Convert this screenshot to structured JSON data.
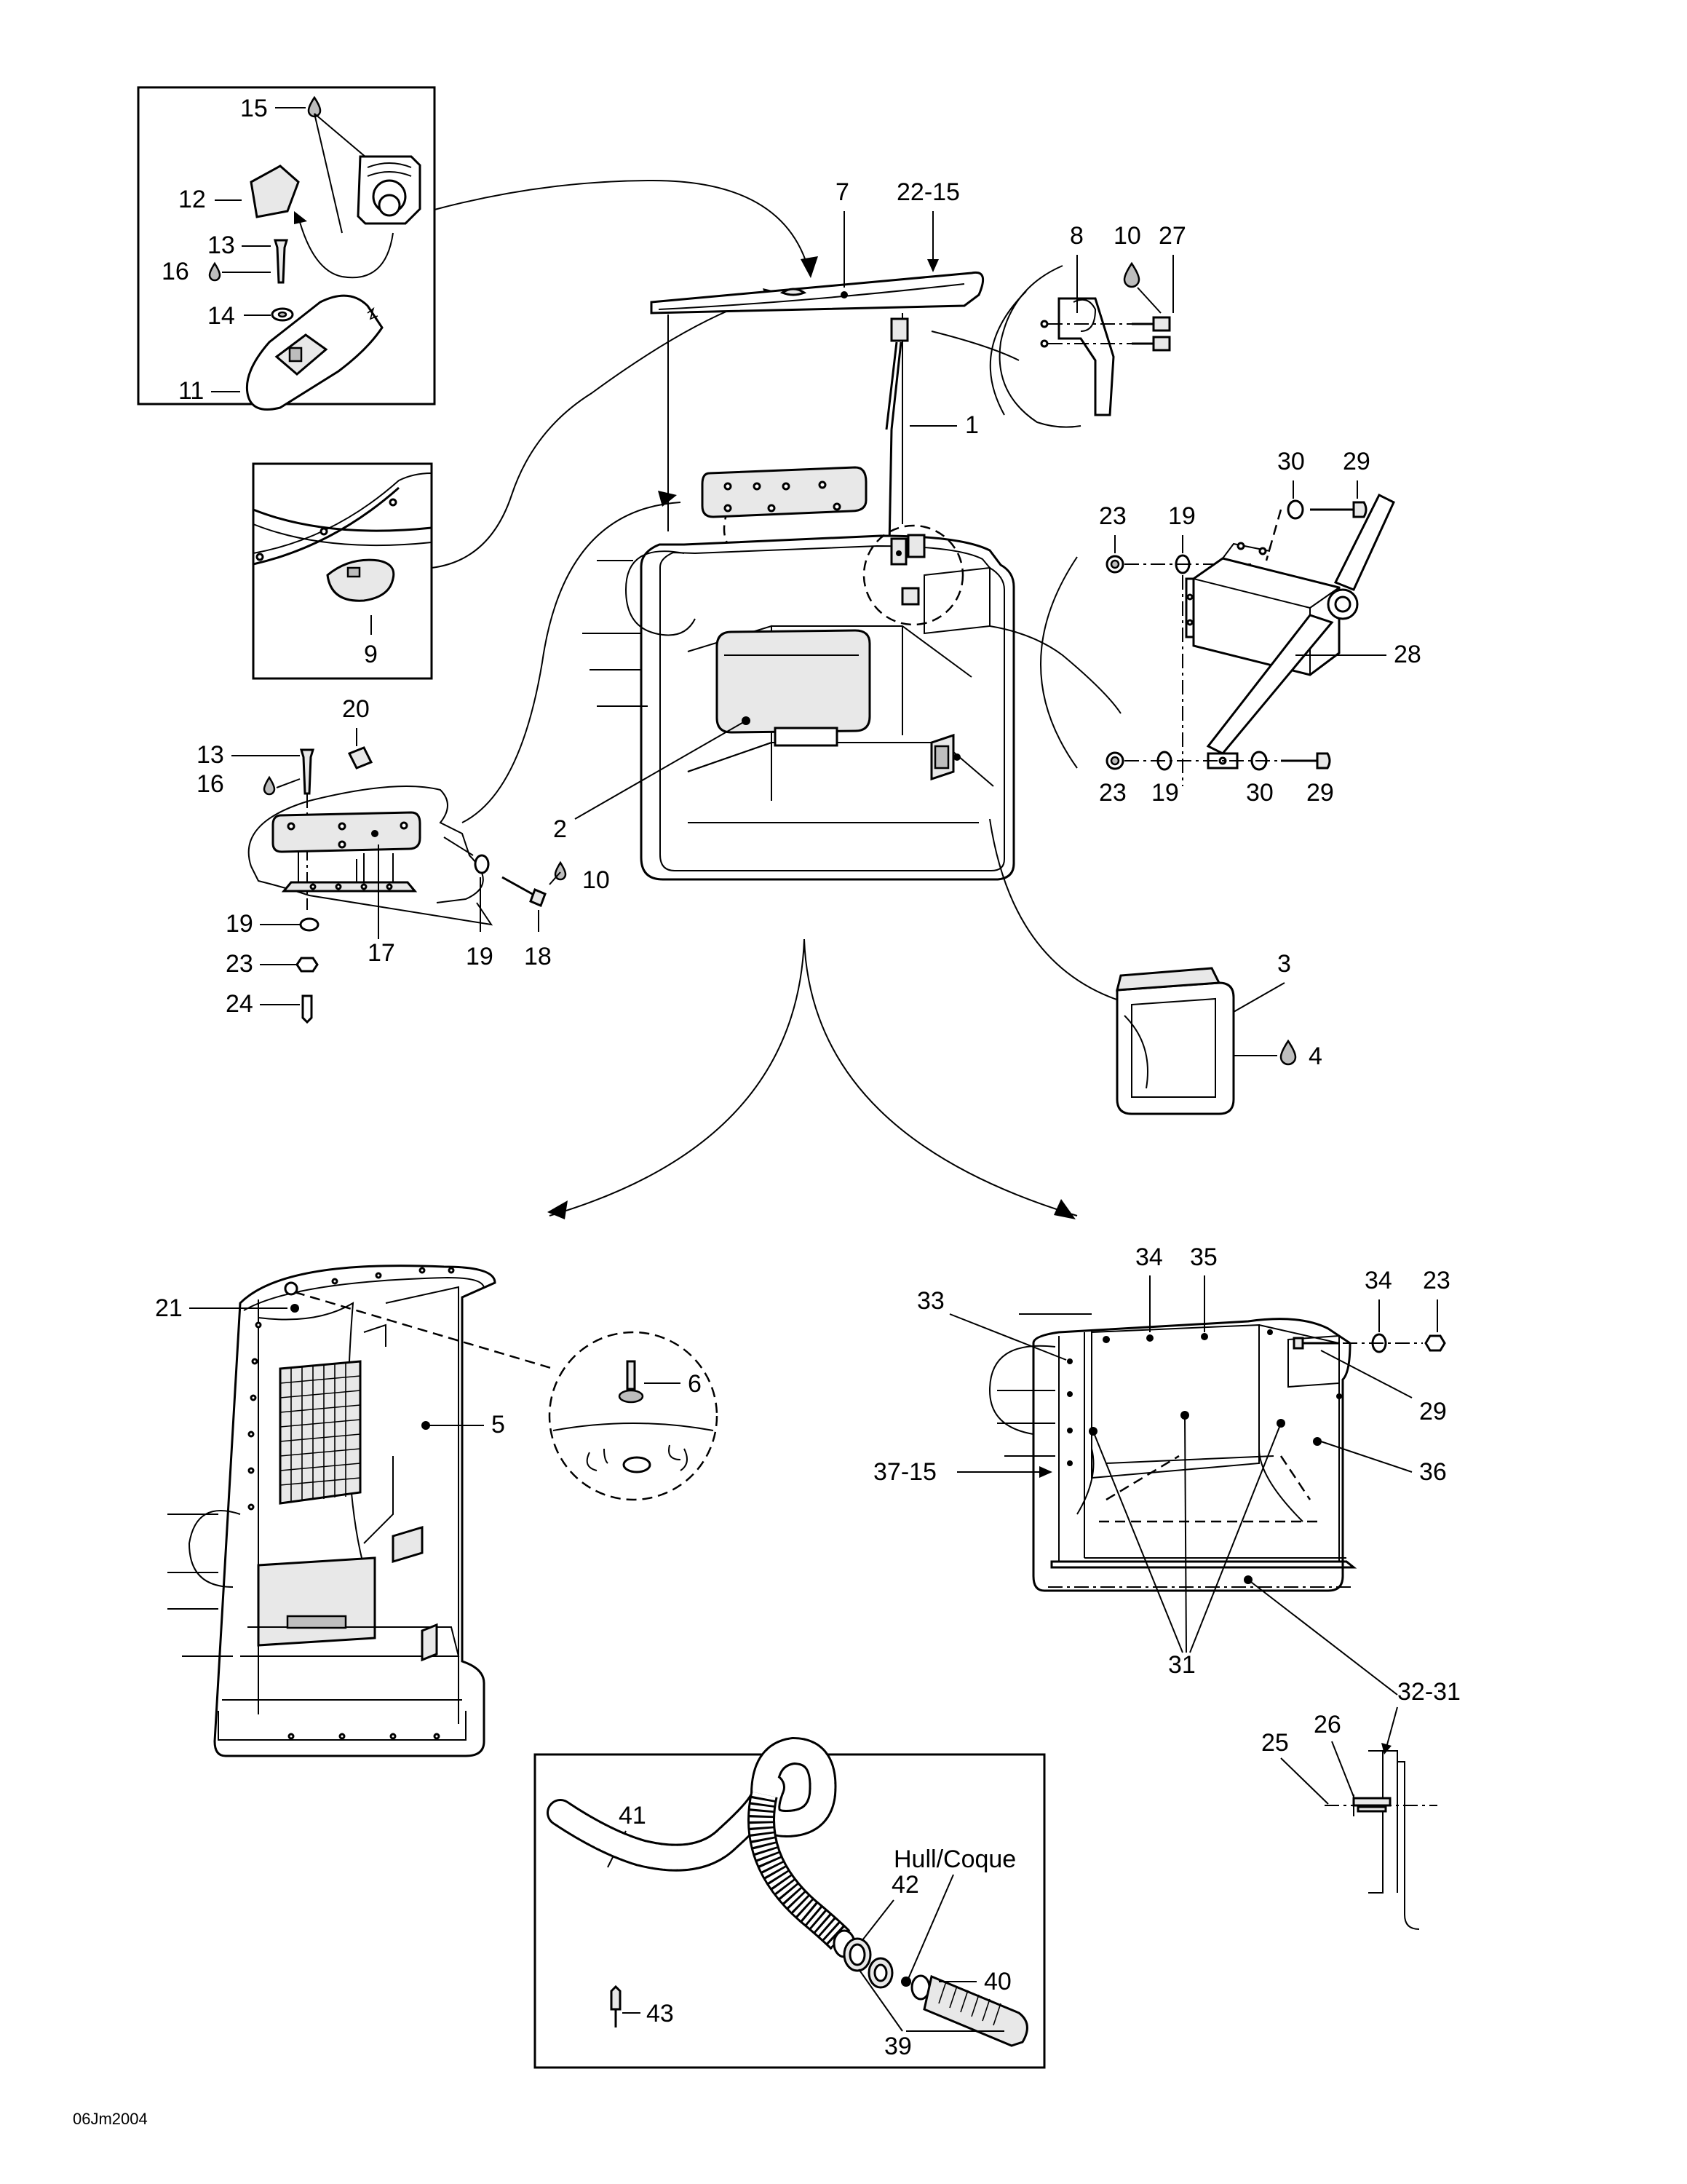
{
  "diagram": {
    "labels": {
      "l15": "15",
      "l12": "12",
      "l13": "13",
      "l16": "16",
      "l14": "14",
      "l11": "11",
      "l7": "7",
      "l22_15": "22-15",
      "l8": "8",
      "l10": "10",
      "l27": "27",
      "l1": "1",
      "l9": "9",
      "l30": "30",
      "l29": "29",
      "l23": "23",
      "l19": "19",
      "l28": "28",
      "l20": "20",
      "l2": "2",
      "l17": "17",
      "l18": "18",
      "l24": "24",
      "l3": "3",
      "l4": "4",
      "l21": "21",
      "l6": "6",
      "l5": "5",
      "l34": "34",
      "l35": "35",
      "l33": "33",
      "l37_15": "37-15",
      "l36": "36",
      "l31": "31",
      "l32_31": "32-31",
      "l25": "25",
      "l26": "26",
      "l41": "41",
      "l42": "42",
      "l40": "40",
      "l39": "39",
      "l43": "43",
      "hull": "Hull/Coque"
    },
    "drawing_code": "06Jm2004"
  }
}
